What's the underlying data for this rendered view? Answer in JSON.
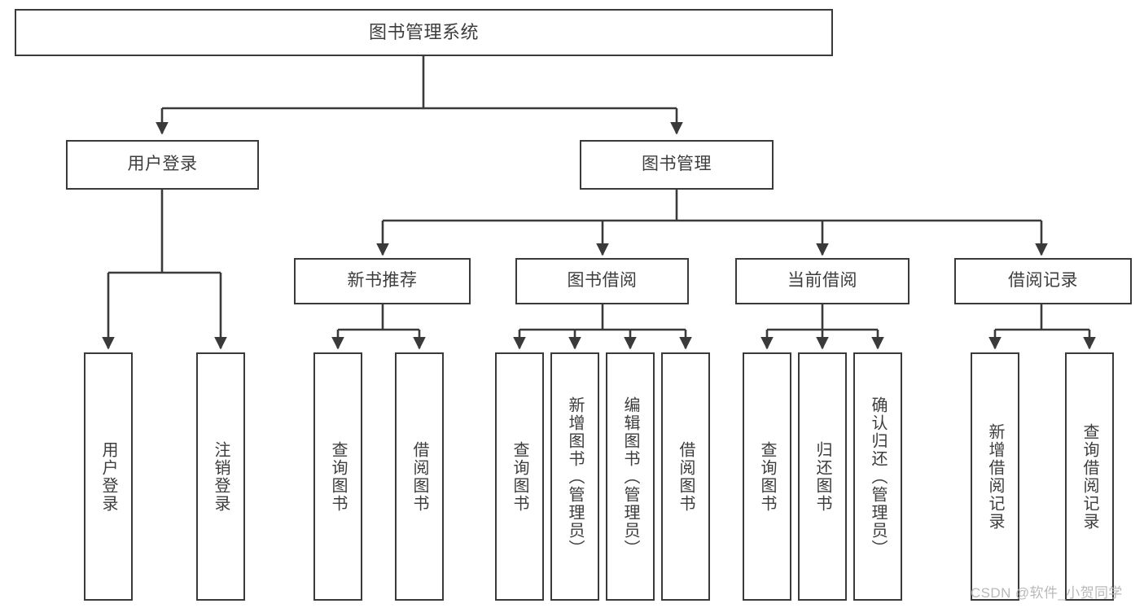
{
  "diagram": {
    "type": "tree-hierarchy",
    "title": "图书管理系统",
    "watermark": "CSDN @软件_小贺同学",
    "colors": {
      "box_border": "#3a3a3a",
      "box_fill": "#ffffff",
      "connector": "#3a3a3a",
      "text": "#3d3d3d",
      "watermark": "#b9b9b9",
      "background": "#ffffff"
    },
    "levels": [
      {
        "level": 1,
        "nodes": [
          {
            "id": "root",
            "label": "图书管理系统",
            "orientation": "horizontal"
          }
        ]
      },
      {
        "level": 2,
        "nodes": [
          {
            "id": "user-login",
            "label": "用户登录",
            "orientation": "horizontal",
            "parent": "root"
          },
          {
            "id": "book-manage",
            "label": "图书管理",
            "orientation": "horizontal",
            "parent": "root"
          }
        ]
      },
      {
        "level": 3,
        "nodes": [
          {
            "id": "new-book-recommend",
            "label": "新书推荐",
            "orientation": "horizontal",
            "parent": "book-manage"
          },
          {
            "id": "book-borrow",
            "label": "图书借阅",
            "orientation": "horizontal",
            "parent": "book-manage"
          },
          {
            "id": "current-borrow",
            "label": "当前借阅",
            "orientation": "horizontal",
            "parent": "book-manage"
          },
          {
            "id": "borrow-record",
            "label": "借阅记录",
            "orientation": "horizontal",
            "parent": "book-manage"
          }
        ]
      },
      {
        "level": 4,
        "nodes": [
          {
            "id": "leaf-user-login",
            "label": "用户登录",
            "orientation": "vertical",
            "parent": "user-login"
          },
          {
            "id": "leaf-logout-login",
            "label": "注销登录",
            "orientation": "vertical",
            "parent": "user-login"
          },
          {
            "id": "leaf-query-book-1",
            "label": "查询图书",
            "orientation": "vertical",
            "parent": "new-book-recommend"
          },
          {
            "id": "leaf-borrow-book-1",
            "label": "借阅图书",
            "orientation": "vertical",
            "parent": "new-book-recommend"
          },
          {
            "id": "leaf-query-book-2",
            "label": "查询图书",
            "orientation": "vertical",
            "parent": "book-borrow"
          },
          {
            "id": "leaf-add-book",
            "label": "新增图书（管理员）",
            "orientation": "vertical",
            "parent": "book-borrow"
          },
          {
            "id": "leaf-edit-book",
            "label": "编辑图书（管理员）",
            "orientation": "vertical",
            "parent": "book-borrow"
          },
          {
            "id": "leaf-borrow-book-2",
            "label": "借阅图书",
            "orientation": "vertical",
            "parent": "book-borrow"
          },
          {
            "id": "leaf-query-book-3",
            "label": "查询图书",
            "orientation": "vertical",
            "parent": "current-borrow"
          },
          {
            "id": "leaf-return-book",
            "label": "归还图书",
            "orientation": "vertical",
            "parent": "current-borrow"
          },
          {
            "id": "leaf-confirm-return",
            "label": "确认归还（管理员）",
            "orientation": "vertical",
            "parent": "current-borrow"
          },
          {
            "id": "leaf-add-record",
            "label": "新增借阅记录",
            "orientation": "vertical",
            "parent": "borrow-record"
          },
          {
            "id": "leaf-query-record",
            "label": "查询借阅记录",
            "orientation": "vertical",
            "parent": "borrow-record"
          }
        ]
      }
    ]
  }
}
